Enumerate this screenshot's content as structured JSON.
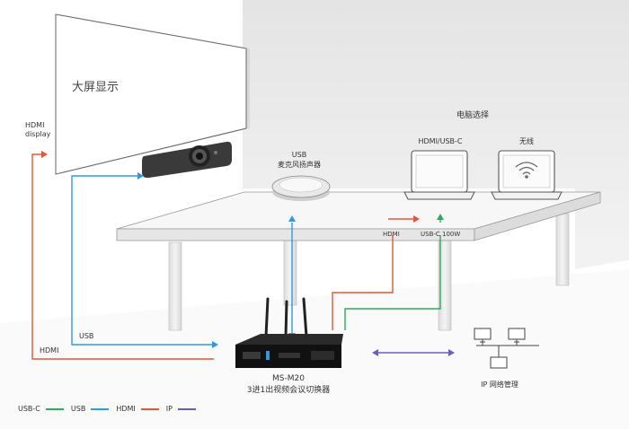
{
  "labels": {
    "display": "大屏显示",
    "hdmi_display": "HDMI\ndisplay",
    "computer_select": "电脑选择",
    "laptop_hdmi_usbc": "HDMI/USB-C",
    "laptop_wireless": "无线",
    "speaker": "USB\n麦克风扬声器",
    "table_hdmi": "HDMI",
    "table_usbc": "USB-C 100W",
    "usb": "USB",
    "hdmi": "HDMI",
    "device_model": "MS-M20",
    "device_desc": "3进1出视频会议切换器",
    "ip_mgmt": "IP 网络管理"
  },
  "legend": [
    {
      "label": "USB-C",
      "color": "#2eaa5c"
    },
    {
      "label": "USB",
      "color": "#2f9ae0"
    },
    {
      "label": "HDMI",
      "color": "#e0583a"
    },
    {
      "label": "IP",
      "color": "#6b5fb5"
    }
  ],
  "colors": {
    "usbc": "#2eaa5c",
    "usb": "#2f9ae0",
    "hdmi": "#e0583a",
    "ip": "#6b5fb5"
  }
}
